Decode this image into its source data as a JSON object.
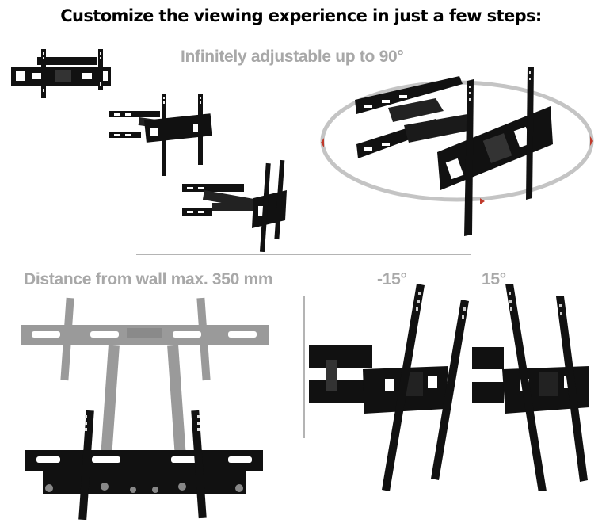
{
  "headline": "Customize the viewing experience in just a few steps:",
  "sections": {
    "adjustable": {
      "caption": "Infinitely adjustable up to 90°",
      "images": [
        "mount-folded-front",
        "mount-half-extended",
        "mount-fully-extended-angled",
        "mount-rotation-ellipse"
      ]
    },
    "distance": {
      "caption": "Distance from wall max. 350 mm",
      "images": [
        "mount-extended-ghost",
        "mount-retracted"
      ]
    },
    "tilt": {
      "labels": [
        "-15°",
        "15°"
      ],
      "images": [
        "mount-tilt-minus-15",
        "mount-tilt-plus-15"
      ]
    }
  },
  "colors": {
    "caption_gray": "#a8a8a8",
    "divider_gray": "#b4b4b4",
    "mount_black": "#111111",
    "ghost_gray": "#9a9a9a",
    "ellipse_gray": "#c4c4c4",
    "arrow_red": "#c0392b"
  }
}
